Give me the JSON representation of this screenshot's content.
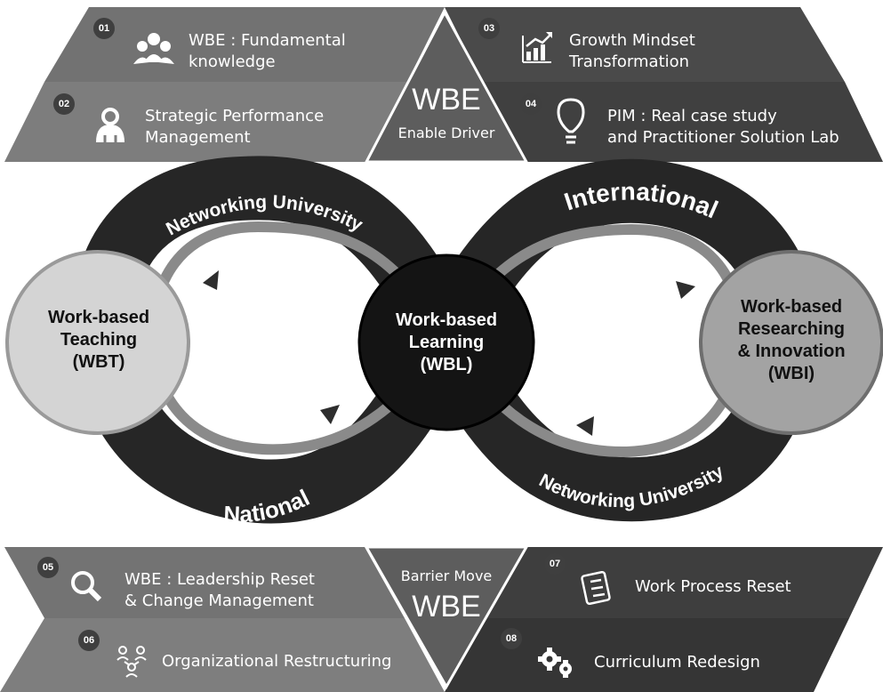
{
  "top": {
    "center_title": "WBE",
    "center_subtitle": "Enable Driver",
    "items": [
      {
        "num": "01",
        "icon": "people-group-icon",
        "line1": "WBE : Fundamental",
        "line2": "knowledge"
      },
      {
        "num": "02",
        "icon": "presenter-icon",
        "line1": "Strategic Performance",
        "line2": "Management"
      },
      {
        "num": "03",
        "icon": "growth-chart-icon",
        "line1": "Growth Mindset",
        "line2": "Transformation"
      },
      {
        "num": "04",
        "icon": "lightbulb-icon",
        "line1": "PIM : Real case study",
        "line2": "and Practitioner Solution Lab"
      }
    ]
  },
  "loop": {
    "left_circle": [
      "Work-based",
      "Teaching",
      "(WBT)"
    ],
    "center_circle": [
      "Work-based",
      "Learning",
      "(WBL)"
    ],
    "right_circle": [
      "Work-based",
      "Researching",
      "& Innovation",
      "(WBI)"
    ],
    "arc_top_left": "Networking University",
    "arc_top_right": "International",
    "arc_bottom_left": "National",
    "arc_bottom_right": "Networking University"
  },
  "bottom": {
    "center_title": "WBE",
    "center_subtitle": "Barrier Move",
    "items": [
      {
        "num": "05",
        "icon": "magnifier-icon",
        "line1": "WBE : Leadership Reset",
        "line2": "& Change Management"
      },
      {
        "num": "06",
        "icon": "org-structure-icon",
        "line1": "Organizational Restructuring",
        "line2": ""
      },
      {
        "num": "07",
        "icon": "clipboard-checklist-icon",
        "line1": "Work Process Reset",
        "line2": ""
      },
      {
        "num": "08",
        "icon": "gears-icon",
        "line1": "Curriculum Redesign",
        "line2": ""
      }
    ]
  },
  "colors": {
    "band_left": "#707070",
    "band_left_light": "#808080",
    "band_right": "#474747",
    "center_triangle": "#595959",
    "loop_dark": "#262626",
    "loop_inner": "#8a8a8a",
    "wbt_circle": "#d4d4d4",
    "wbl_circle": "#141414",
    "wbi_circle": "#a3a3a3"
  }
}
